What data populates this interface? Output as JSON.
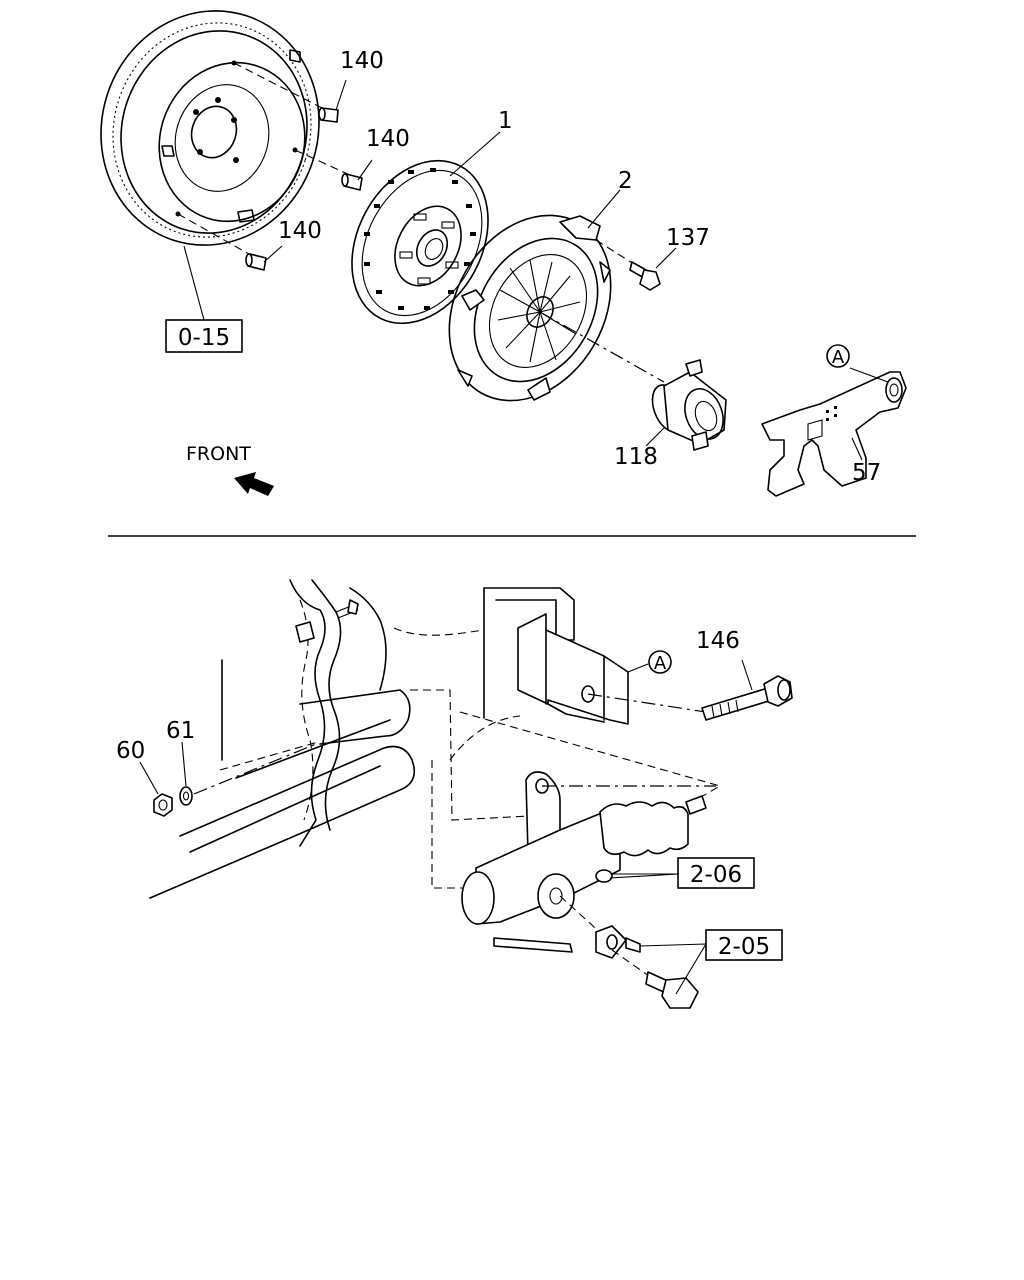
{
  "upper": {
    "flywheel_stud_labels": [
      "140",
      "140",
      "140"
    ],
    "clutch_disc_label": "1",
    "pressure_plate_label": "2",
    "bolt_label": "137",
    "release_bearing_label": "118",
    "fork_label": "57",
    "fork_ref_label": "A",
    "flywheel_ref_box": "0-15",
    "front_label": "FRONT"
  },
  "lower": {
    "bolt_label": "146",
    "ref_label": "A",
    "nut_label": "60",
    "washer_label": "61",
    "cylinder_ref_box": "2-06",
    "pipe_ref_box": "2-05"
  }
}
